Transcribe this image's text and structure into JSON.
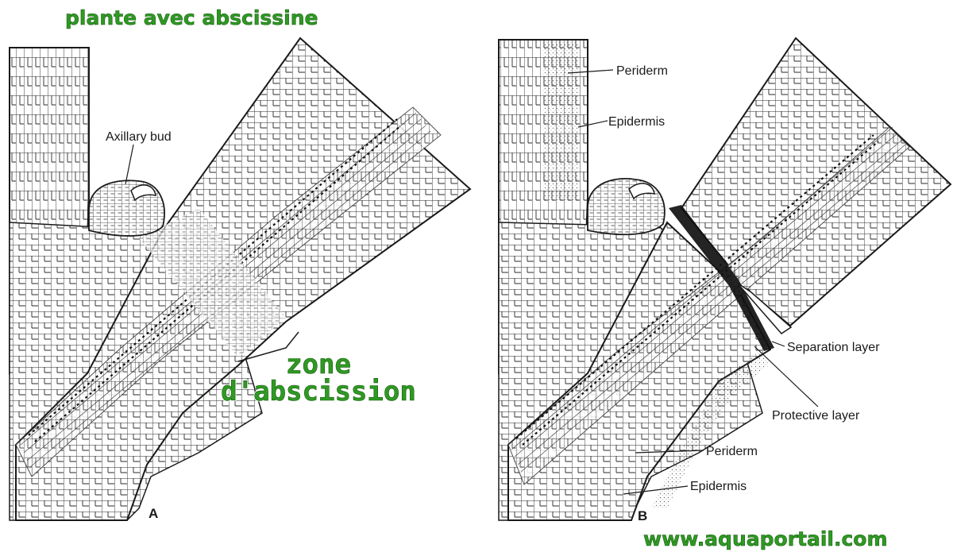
{
  "headline": "plante avec abscissine",
  "zone_label": {
    "line1": "zone",
    "line2": "d'abscission"
  },
  "watermark": "www.aquaportail.com",
  "panel_a": {
    "letter": "A",
    "labels": {
      "axillary_bud": "Axillary bud"
    }
  },
  "panel_b": {
    "letter": "B",
    "labels": {
      "periderm_top": "Periderm",
      "epidermis_top": "Epidermis",
      "separation_layer": "Separation layer",
      "protective_layer": "Protective layer",
      "periderm_bottom": "Periderm",
      "epidermis_bottom": "Epidermis"
    }
  },
  "colors": {
    "overlay_green": "#2e9a22",
    "ink": "#1a1a1a",
    "paper": "#ffffff"
  }
}
